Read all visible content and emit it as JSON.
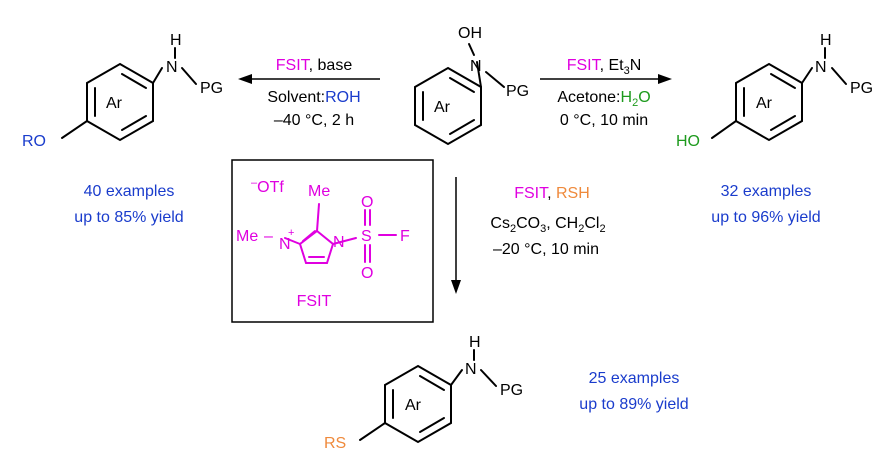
{
  "colors": {
    "black": "#000000",
    "magenta": "#e000e0",
    "blue": "#1a3ccc",
    "green": "#1d9a1d",
    "orange": "#ef8a3c"
  },
  "atoms": {
    "H": "H",
    "N": "N",
    "PG": "PG",
    "OH": "OH",
    "Ar": "Ar",
    "RO": "RO",
    "HO": "HO",
    "RS": "RS"
  },
  "reaction_left": {
    "line1_fsit": "FSIT",
    "line1_rest": ", base",
    "line2_solvent": "Solvent:",
    "line2_roh": "ROH",
    "line3": "–40 °C, 2 h"
  },
  "reaction_right": {
    "line1_fsit": "FSIT",
    "line1_rest": ", Et",
    "line1_sub": "3",
    "line1_n": "N",
    "line2_acetone": "Acetone:",
    "line2_h": "H",
    "line2_sub": "2",
    "line2_o": "O",
    "line3": "0 °C, 10 min"
  },
  "reaction_down": {
    "line1_fsit": "FSIT",
    "line1_sep": ", ",
    "line1_rsh": "RSH",
    "line2_a": "Cs",
    "line2_sub1": "2",
    "line2_b": "CO",
    "line2_sub2": "3",
    "line2_c": ", CH",
    "line2_sub3": "2",
    "line2_d": "Cl",
    "line2_sub4": "2",
    "line3": "–20 °C, 10 min"
  },
  "results": {
    "left_count": "40 examples",
    "left_yield": "up to 85% yield",
    "right_count": "32 examples",
    "right_yield": "up to 96% yield",
    "bottom_count": "25 examples",
    "bottom_yield": "up to 89% yield"
  },
  "reagent": {
    "counterion_minus": "–",
    "counterion": "OTf",
    "me_top": "Me",
    "me_left": "Me",
    "dash": "–",
    "n_plus": "N",
    "plus": "+",
    "n_right": "N",
    "s": "S",
    "o_top": "O",
    "o_bottom": "O",
    "f": "F",
    "name": "FSIT"
  }
}
